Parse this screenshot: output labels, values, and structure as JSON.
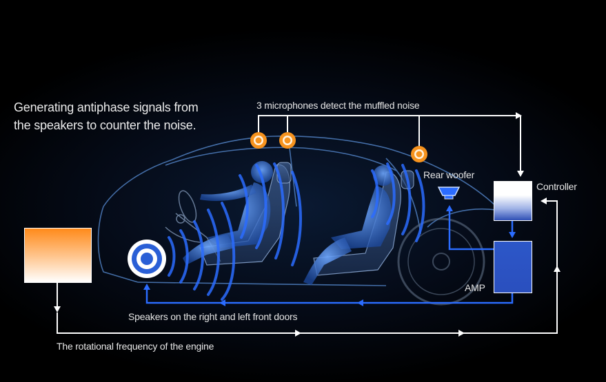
{
  "headline": {
    "line1": "Generating antiphase signals from",
    "line2": "the speakers to counter the noise."
  },
  "labels": {
    "microphones": "3 microphones detect the muffled noise",
    "rear_woofer": "Rear woofer",
    "controller": "Controller",
    "amp": "AMP",
    "speakers": "Speakers on the right and left front doors",
    "engine": "The rotational frequency of the engine"
  },
  "colors": {
    "background": "#000000",
    "mic_orange": "#f7931e",
    "signal_blue": "#2b6cff",
    "arrow_white": "#ffffff",
    "car_outline": "#5f8fcf",
    "person_blue": "#2a5db8"
  },
  "icons": {
    "microphone": "orange-ring-icon",
    "speaker": "speaker-cone-icon",
    "woofer": "woofer-icon"
  }
}
